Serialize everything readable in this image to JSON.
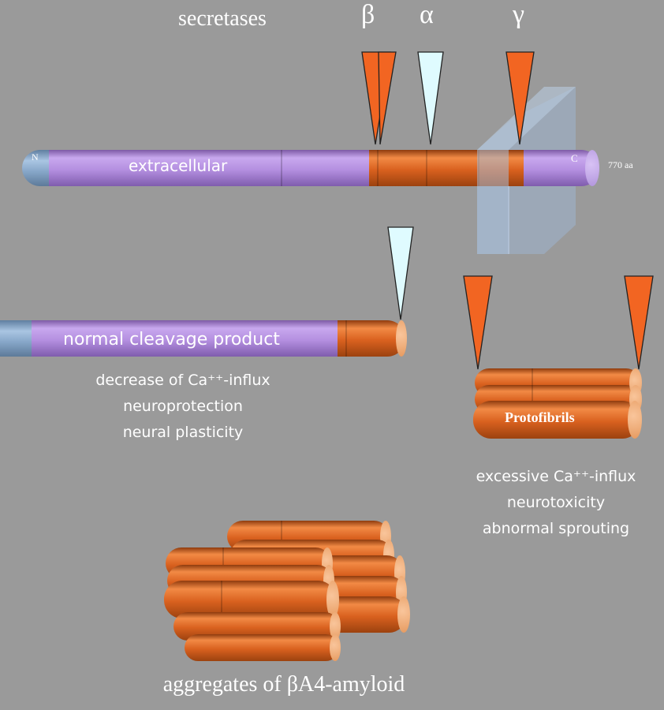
{
  "header": {
    "title": "secretases",
    "beta": "β",
    "alpha": "α",
    "gamma": "γ"
  },
  "app": {
    "extracellular": "extracellular",
    "n_terminus": "N",
    "c_terminus": "C",
    "length": "770 aa"
  },
  "normal": {
    "label": "normal cleavage product",
    "effects": [
      "decrease of Ca⁺⁺-influx",
      "neuroprotection",
      "neural plasticity"
    ]
  },
  "protofibrils": {
    "label": "Protofibrils",
    "effects": [
      "excessive Ca⁺⁺-influx",
      "neurotoxicity",
      "abnormal sprouting"
    ]
  },
  "aggregates": {
    "label": "aggregates of βA4-amyloid"
  },
  "colors": {
    "background": "#9a9a9a",
    "purple": "#b48fe0",
    "orange": "#d9611f",
    "blue": "#86a6c8",
    "alpha_cut": "#dffbff",
    "beta_gamma_cut": "#f26522"
  }
}
